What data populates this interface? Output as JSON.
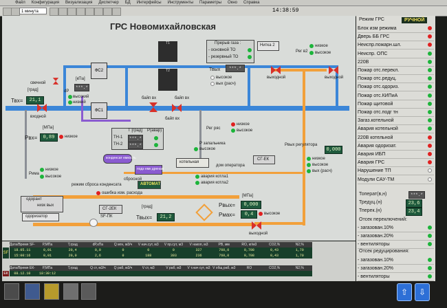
{
  "menu": [
    "Файл",
    "Конфигурация",
    "Визуализация",
    "Диспетчер",
    "БД",
    "Интерфейсы",
    "Инструменты",
    "Параметры",
    "Окно",
    "Справка"
  ],
  "toolbar": {
    "interval": "1 минута",
    "clock": "14:38:59"
  },
  "scheme": {
    "title": "ГРС Новомихайловская",
    "inlet_temp_label": "Твх=",
    "inlet_temp_unit": "[град]",
    "inlet_temp": "21,1",
    "inlet_pressure_label": "Рвх=",
    "inlet_pressure_unit": "[МПа]",
    "inlet_pressure": "0,89",
    "inlet_valve": "входной",
    "candle": "свечной",
    "dp_label": "dP",
    "dp_unit": "[кПа]",
    "fs2": "ФС2",
    "fs1": "ФС1",
    "fs_high": "высокий",
    "fs_low": "низкий",
    "low": "низкое",
    "high": "высокое",
    "bypass_inlet": "байп вх",
    "bypass_outlet": "байп вх",
    "bypass_inlet2": "байп вх",
    "t1": "Т1",
    "t2": "Т2",
    "gas_interruption_title": "Прерыв газа :",
    "main_to": "- основной ТО",
    "reserve_to": "- резервный ТО",
    "line2": "Нитка 2",
    "tout_label": "Твых",
    "tout_value": "***.*",
    "high2": "высокое",
    "out_calc": "вых (расч)",
    "reg_heater": "Рег в2",
    "table_hdr_t": "Т [град]",
    "table_hdr_p": "Р(авар)",
    "tn1": "ТН-1",
    "tn2": "ТН-2",
    "tn_value": "***.*",
    "p_ignition": "Р запальника",
    "p_reg": "Рег ряс",
    "condensate_tank": "конденсат емкость",
    "drain_tank": "подз емк дренаж",
    "drain_mode": "режим сброса конденсата",
    "drain_reset": "сбросной",
    "auto_mode": "АВТОМАТ",
    "boiler_room": "котельная",
    "operator_house": "дом оператора",
    "boiler1": "авария котла1",
    "boiler2": "авария котла2",
    "sg_ek": "СГ-ЕК",
    "reg_out_label": "Рвых регулятора",
    "reg_out_value": "0,000",
    "odorizer_label": "одорант",
    "odorizer": "одоризатор",
    "flow_error": "ошибка изм. расхода",
    "sf_ek": "SF-ПК",
    "sg_ek2": "СГ-2ЕК",
    "tout2_label": "Твых=",
    "tout2_unit": "[град]",
    "tout2_value": "21,2",
    "pout_label": "Рвых=",
    "pout_unit": "[МПа]",
    "pout_value": "0,000",
    "pmax_label": "Рмах=",
    "pmax_value": "0,4",
    "outlet_valve": "выходной",
    "outlet1": "выходной",
    "outlet2": "выходной",
    "rima": "Рима",
    "plant": "низк вых",
    "out_a": "вых (расч)"
  },
  "panel": {
    "mode_label": "Режим ГРС",
    "mode_value": "РУЧНОЙ",
    "alarms": [
      {
        "label": "Блок изм режима",
        "state": "r"
      },
      {
        "label": "Дверь ББ ГРС",
        "state": "r"
      },
      {
        "label": "Неиспр.пожарн.шл.",
        "state": "r"
      },
      {
        "label": "Неиспр. ОПС",
        "state": "g"
      },
      {
        "label": "220В",
        "state": "g"
      },
      {
        "label": "Пожар отс.перекл.",
        "state": "g"
      },
      {
        "label": "Пожар отс.редуц.",
        "state": "g"
      },
      {
        "label": "Пожар отс.одориз.",
        "state": "g"
      },
      {
        "label": "Пожар отс.КИПиА",
        "state": "g"
      },
      {
        "label": "Пожар щитовой",
        "state": "g"
      },
      {
        "label": "Пожар отс.подг тн",
        "state": "g"
      },
      {
        "label": "Загаз.котельной",
        "state": "g"
      },
      {
        "label": "Авария котельной",
        "state": "g"
      },
      {
        "label": "220В котельной",
        "state": "r"
      },
      {
        "label": "Авария одоризат.",
        "state": "r"
      },
      {
        "label": "Авария ИБП",
        "state": "r"
      },
      {
        "label": "Авария ГРС",
        "state": "r"
      },
      {
        "label": "Нарушение ТП",
        "state": "w"
      },
      {
        "label": "Модули САУ-ТМ",
        "state": "w"
      }
    ],
    "temp_label": "Топерат(в,н)",
    "temp_value": "***.*",
    "tred_label": "Тредуц.(н)",
    "tred_value": "23,6",
    "tperek_label": "Тперек.(н)",
    "tperek_value": "23,4",
    "switch_title": "Отсек переключений:",
    "switch_items": [
      {
        "label": "- загазован.10%",
        "state": "g"
      },
      {
        "label": "- загазован.20%",
        "state": "g"
      },
      {
        "label": "- вентиляторы",
        "state": "g"
      }
    ],
    "reduce_title": "Отсек редуцирования:",
    "reduce_items": [
      {
        "label": "- загазован.10%",
        "state": "g"
      },
      {
        "label": "- загазован.20%",
        "state": "g"
      },
      {
        "label": "- вентиляторы",
        "state": "g"
      }
    ]
  },
  "tables": {
    "sf_header": [
      "Дата/Время SF-ек",
      "Р,МПа",
      "Т,град",
      "dP,кПа",
      "Q мгн, м3/ч",
      "V нач.сут, м3",
      "V пр.сут, м3",
      "V накоп, м3",
      "РВ, мм",
      "RO, кг/м3",
      "CO2,%",
      "N2,%"
    ],
    "sf_tag": "SF",
    "sf_rows": [
      [
        "18.05.11",
        "0,01",
        "20,4",
        "0,0",
        "0",
        "0",
        "0",
        "327",
        "760,0",
        "0,708",
        "0,43",
        "1,70"
      ],
      [
        "15:00:16",
        "0,01",
        "20,0",
        "2,6",
        "0",
        "188",
        "393",
        "236",
        "760,0",
        "0,708",
        "0,43",
        "1,70"
      ]
    ],
    "ek_header": [
      "Дата/Время ЕК-260",
      "Р,МПа",
      "Т,град",
      "Q ст, м3/ч",
      "Q раб, м3/ч",
      "V ст, м3",
      "V раб, м3",
      "V т.нач сут, м3",
      "V общ раб, м3",
      "RO",
      "CO2,%",
      "N2,%"
    ],
    "ek_tag": "ЕК",
    "ek_rows": [
      [
        "08.12.10",
        "18:30:12",
        "",
        "",
        "",
        "",
        "",
        "",
        "",
        "",
        "",
        ""
      ]
    ]
  },
  "footer": {
    "up": "⇧",
    "down": "⇩"
  }
}
